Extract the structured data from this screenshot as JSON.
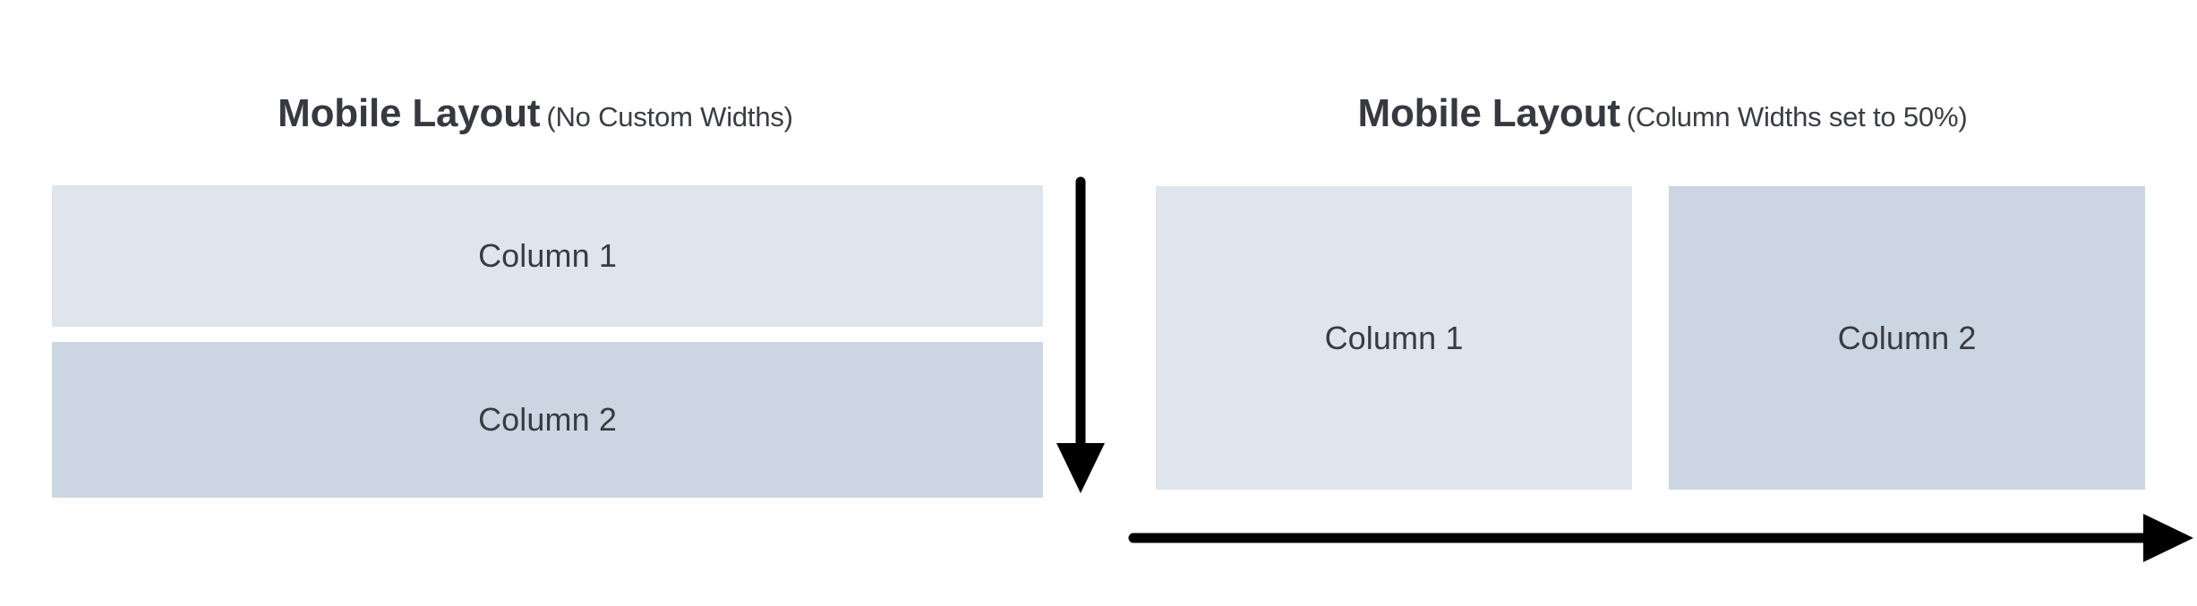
{
  "colors": {
    "background": "#ffffff",
    "column_light": "#dfe5ed",
    "column_dark": "#ccd6e2",
    "text": "#383c42",
    "arrow": "#000000"
  },
  "panels": [
    {
      "id": "no-custom-widths",
      "title_main": "Mobile Layout",
      "title_sub": "(No Custom Widths)",
      "stack_direction": "vertical",
      "columns": [
        {
          "label": "Column 1",
          "fill": "#dfe5ed"
        },
        {
          "label": "Column 2",
          "fill": "#ccd6e2"
        }
      ],
      "arrow": {
        "name": "down-arrow",
        "direction": "down"
      }
    },
    {
      "id": "widths-50-percent",
      "title_main": "Mobile Layout",
      "title_sub": "(Column Widths set to 50%)",
      "stack_direction": "horizontal",
      "columns": [
        {
          "label": "Column 1",
          "fill": "#dfe5ed"
        },
        {
          "label": "Column 2",
          "fill": "#ccd6e2"
        }
      ],
      "arrow": {
        "name": "right-arrow",
        "direction": "right"
      }
    }
  ]
}
